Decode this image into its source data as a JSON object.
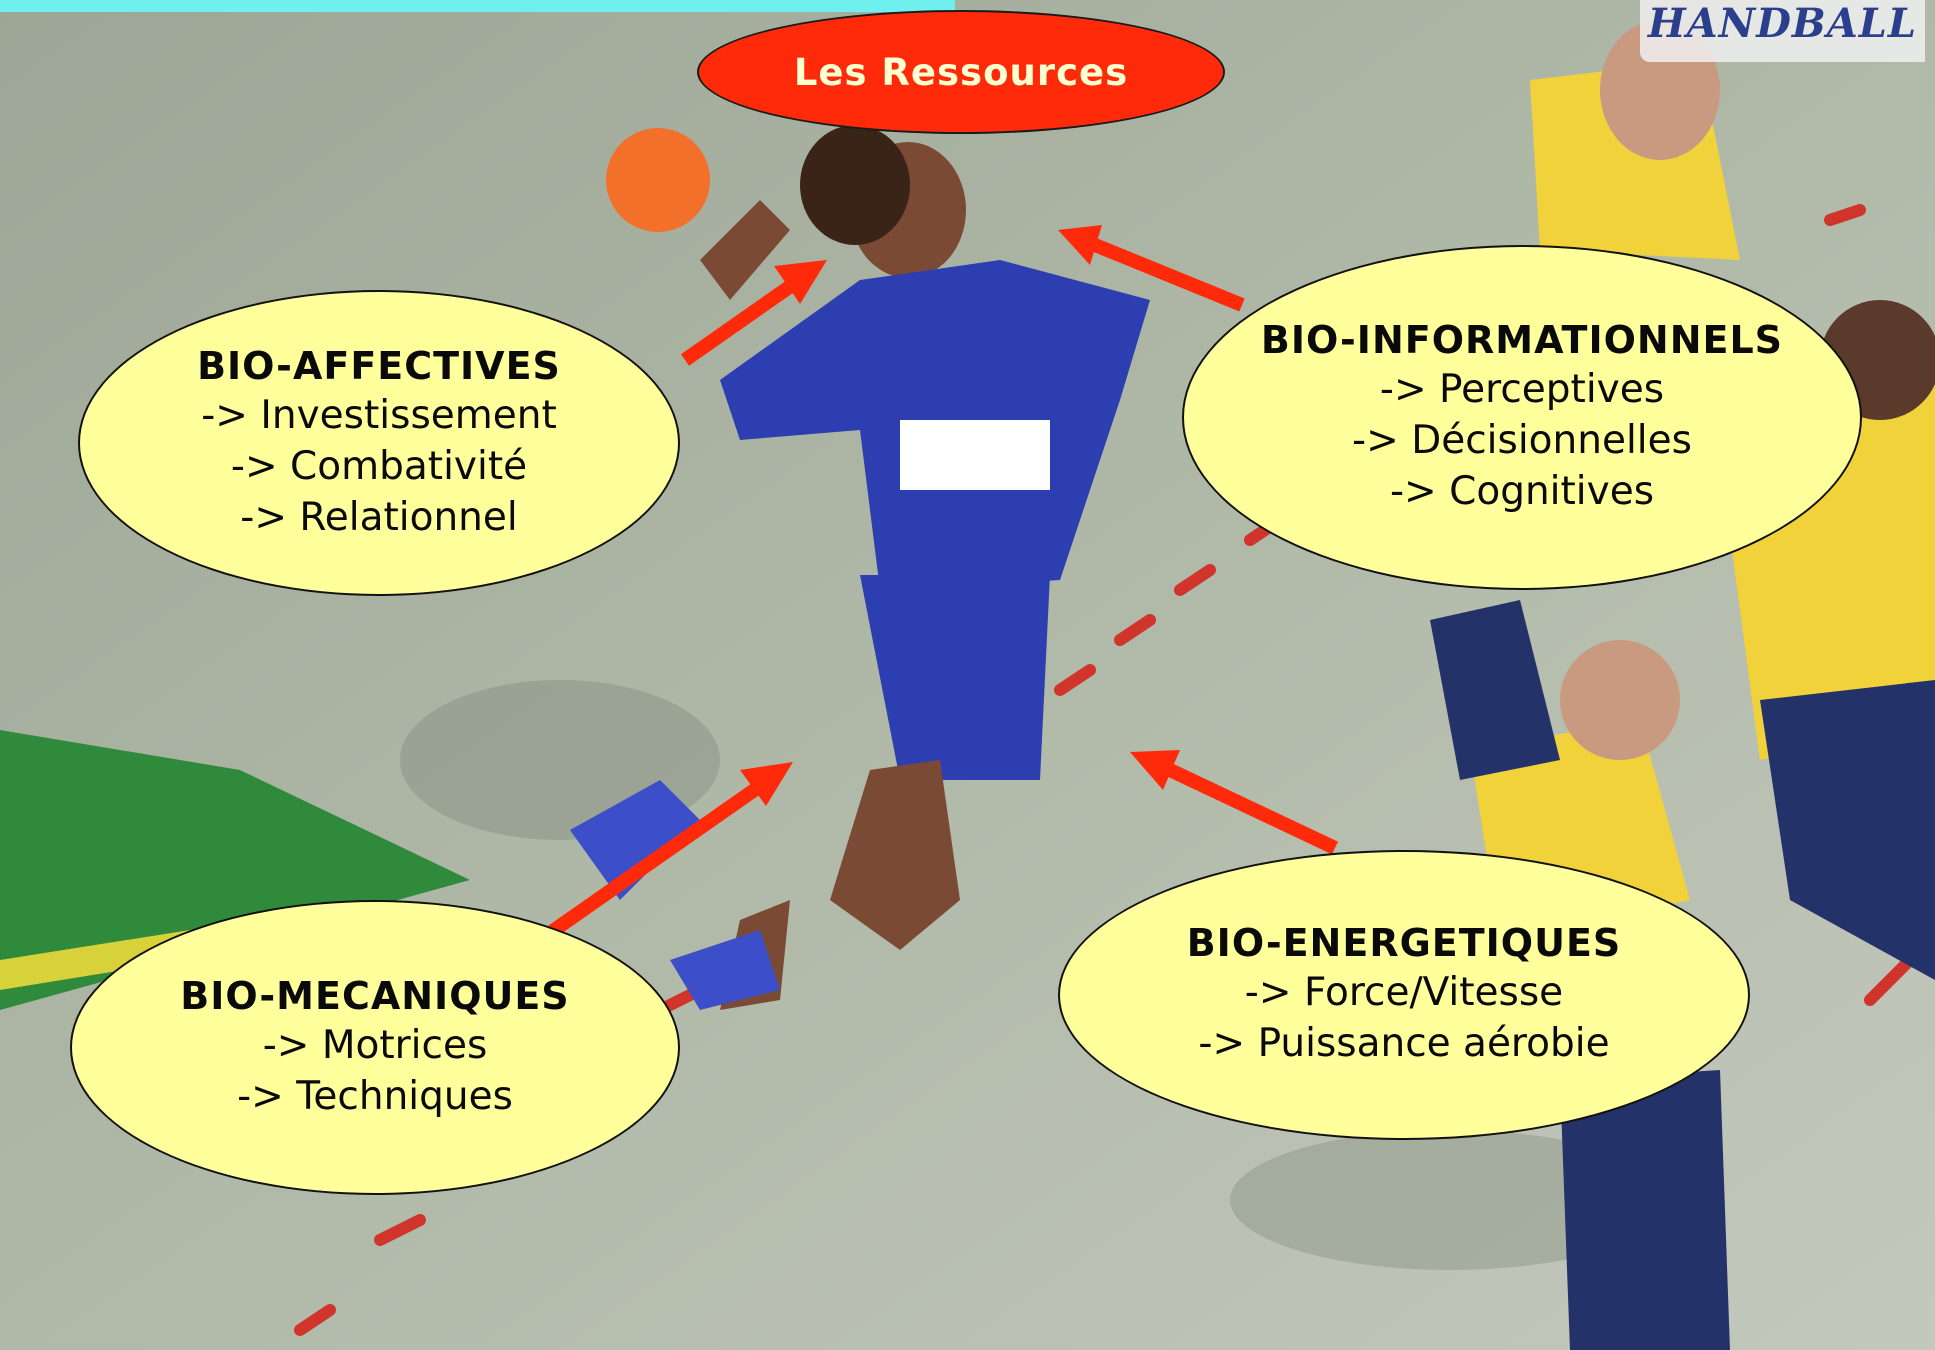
{
  "title": "Les Ressources",
  "logo_text": "HANDBALL",
  "colors": {
    "title_fill": "#ff2a0a",
    "title_text": "#ffffd0",
    "bubble_fill": "#ffff9c",
    "arrow": "#ff2a0a",
    "accent_bar": "#6ff0ee"
  },
  "bubbles": {
    "affect": {
      "heading": "BIO-AFFECTIVES",
      "items": [
        "-> Investissement",
        "-> Combativité",
        "-> Relationnel"
      ]
    },
    "info": {
      "heading": "BIO-INFORMATIONNELS",
      "items": [
        "-> Perceptives",
        "-> Décisionnelles",
        "-> Cognitives"
      ]
    },
    "meca": {
      "heading": "BIO-MECANIQUES",
      "items": [
        "-> Motrices",
        "-> Techniques"
      ]
    },
    "energ": {
      "heading": "BIO-ENERGETIQUES",
      "items": [
        "-> Force/Vitesse",
        "-> Puissance aérobie"
      ]
    }
  }
}
